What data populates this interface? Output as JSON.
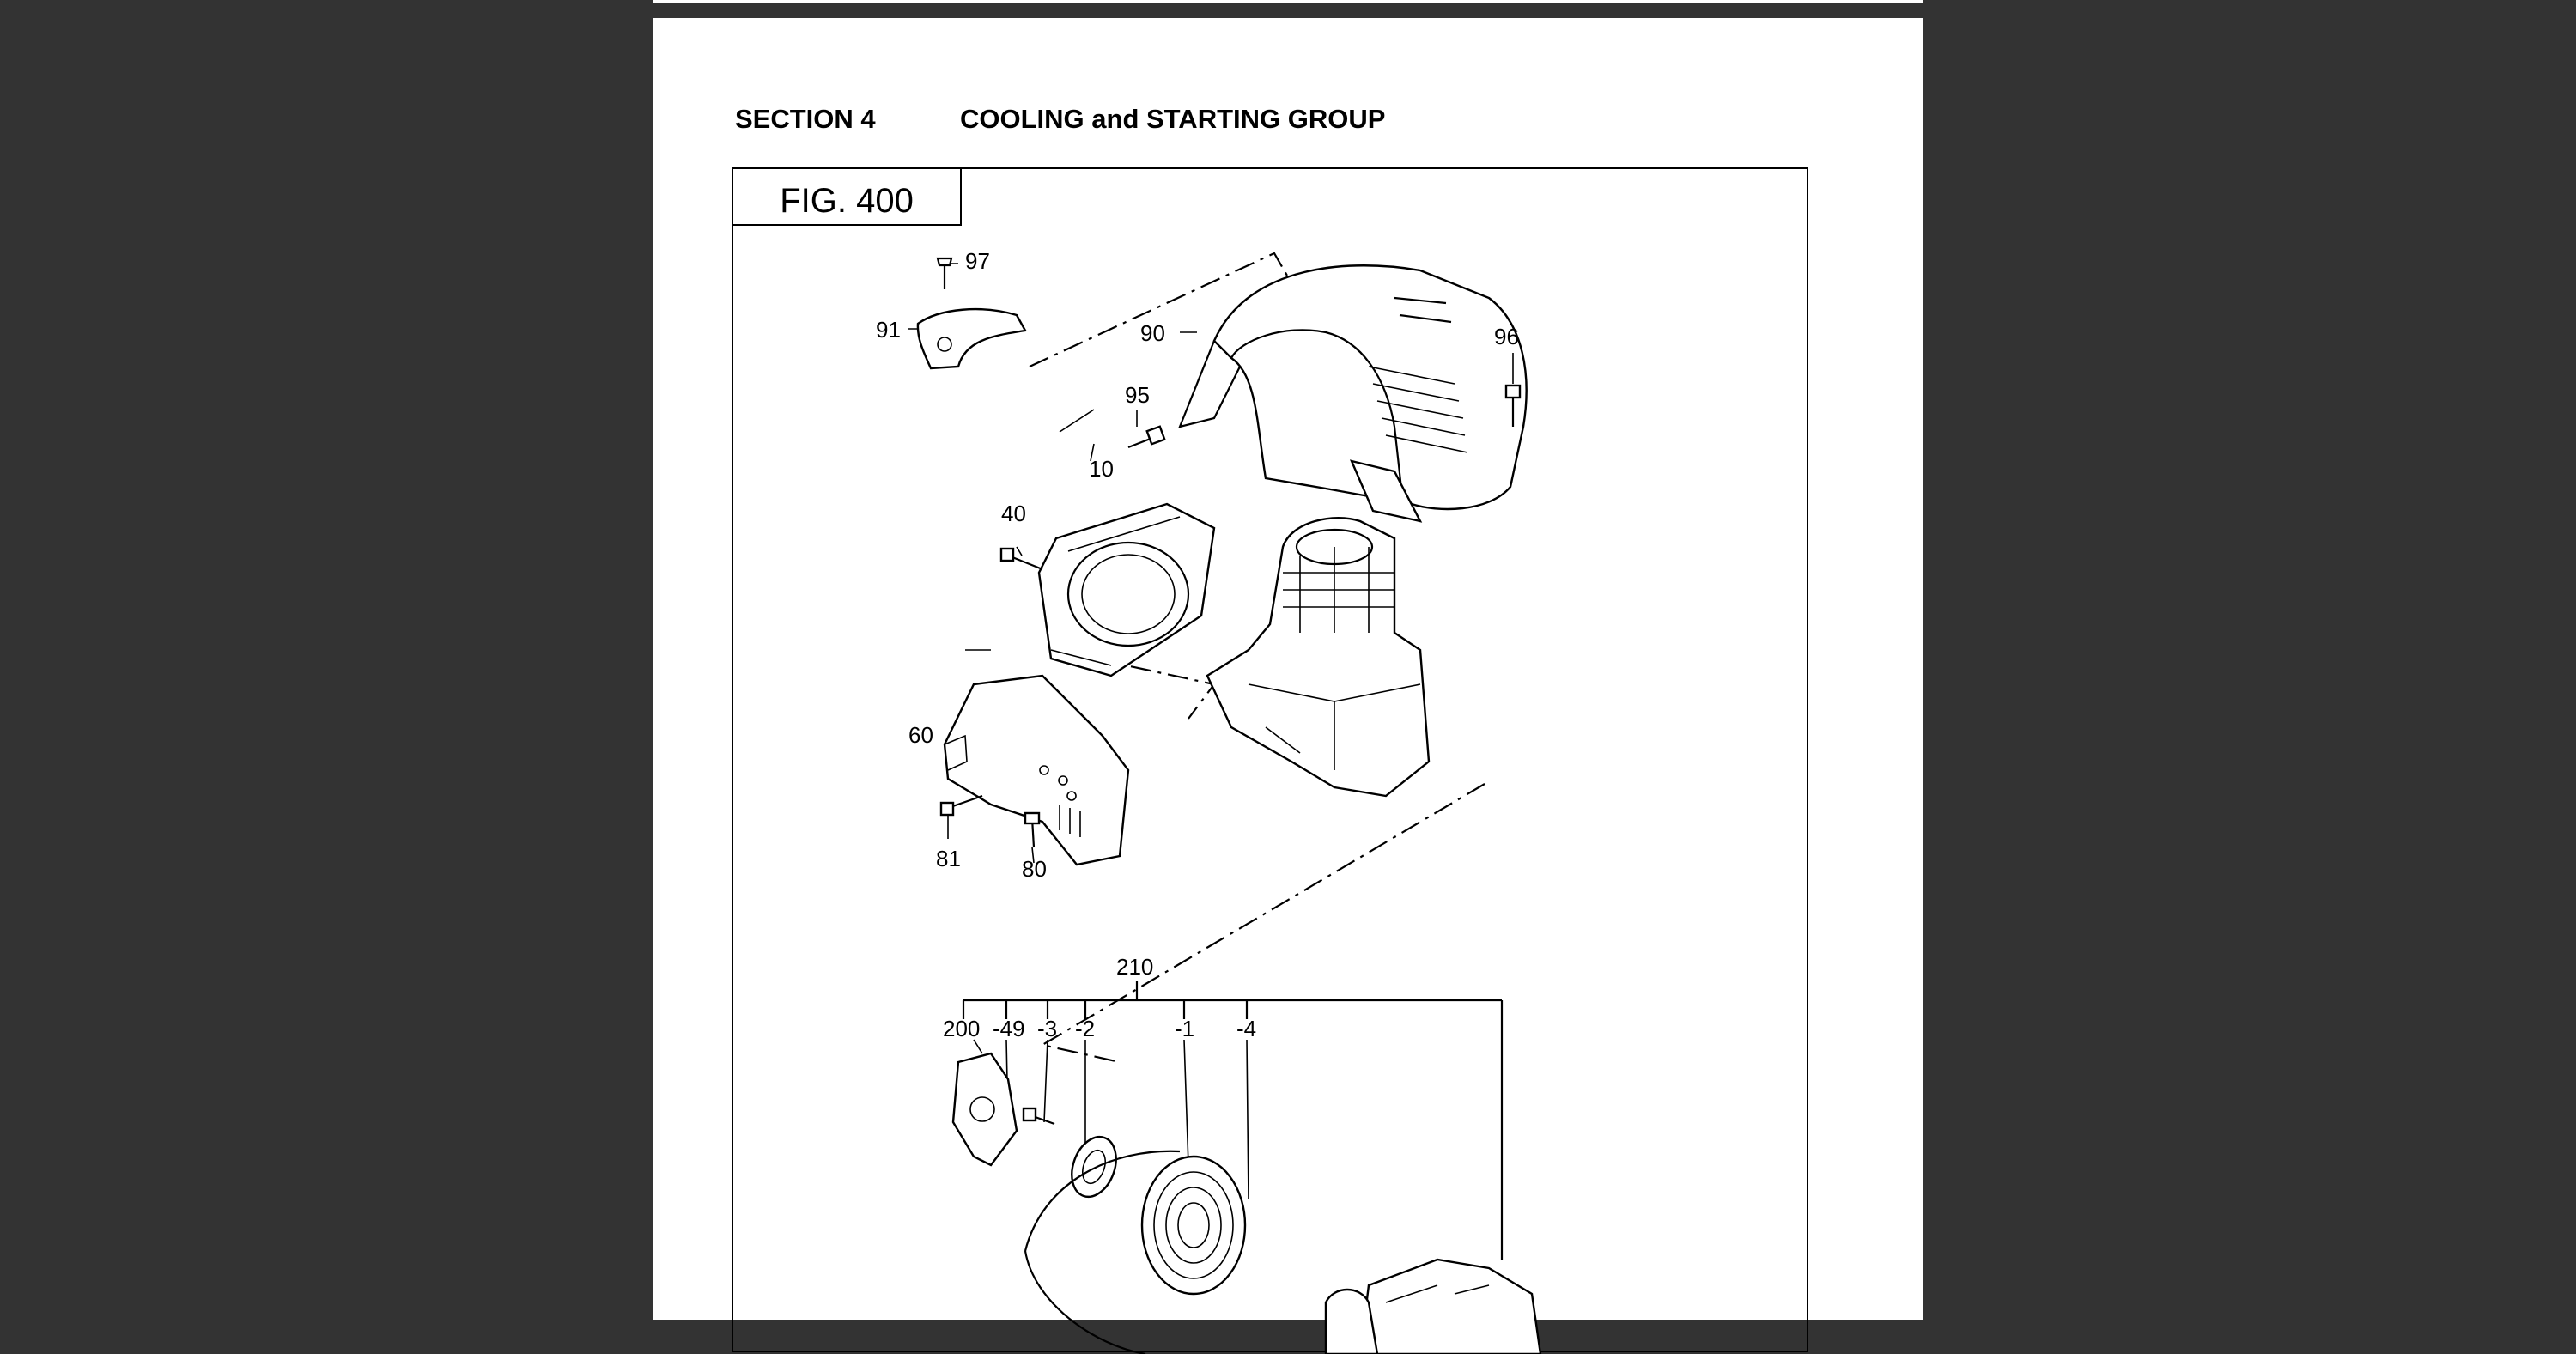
{
  "section": {
    "number": "SECTION 4",
    "title": "COOLING and STARTING GROUP"
  },
  "figure": {
    "label": "FIG. 400"
  },
  "callouts": {
    "c97": "97",
    "c91": "91",
    "c90": "90",
    "c96": "96",
    "c95": "95",
    "c10": "10",
    "c40": "40",
    "c60": "60",
    "c81": "81",
    "c80": "80",
    "c210": "210",
    "c200": "200",
    "c_49": "-49",
    "c_3": "-3",
    "c_2": "-2",
    "c_1": "-1",
    "c_4": "-4"
  },
  "colors": {
    "viewer_background": "#333333",
    "page": "#ffffff",
    "ink": "#000000"
  }
}
